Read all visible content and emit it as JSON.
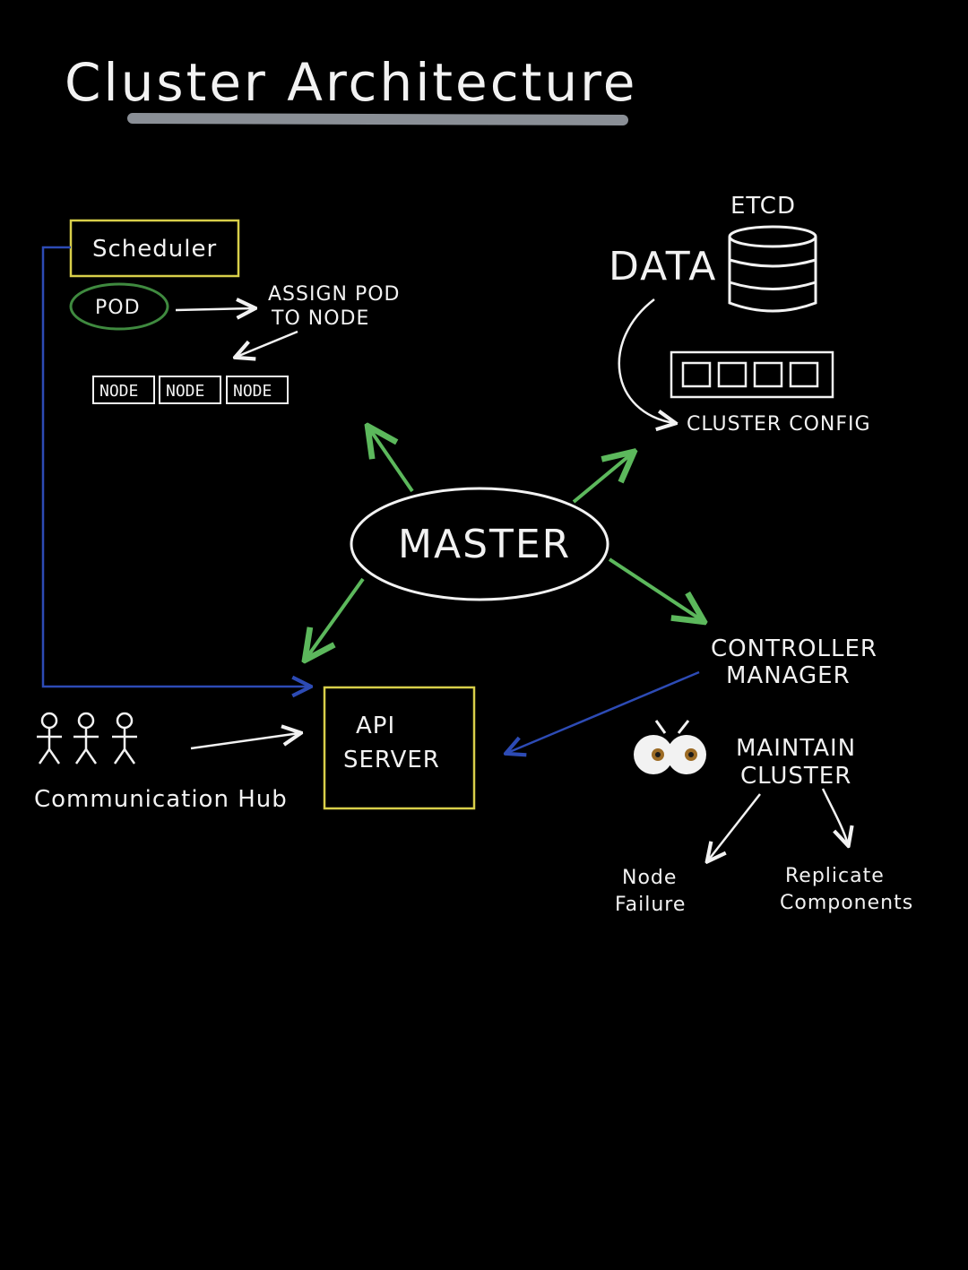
{
  "title": "Cluster Architecture",
  "scheduler": {
    "label": "Scheduler",
    "pod": "POD",
    "assign_line1": "ASSIGN POD",
    "assign_line2": "TO NODE",
    "nodes": [
      "NODE",
      "NODE",
      "NODE"
    ]
  },
  "etcd": {
    "label": "ETCD",
    "data": "DATA",
    "cluster_config": "CLUSTER CONFIG"
  },
  "master": {
    "label": "MASTER"
  },
  "controller": {
    "line1": "CONTROLLER",
    "line2": "MANAGER",
    "maintain_line1": "MAINTAIN",
    "maintain_line2": "CLUSTER",
    "node_failure_line1": "Node",
    "node_failure_line2": "Failure",
    "replicate_line1": "Replicate",
    "replicate_line2": "Components"
  },
  "api": {
    "line1": "API",
    "line2": "SERVER"
  },
  "users": {
    "label": "Communication Hub"
  },
  "colors": {
    "background": "#000000",
    "text": "#f2f2f2",
    "green_arrow": "#5cb85c",
    "blue_line": "#2d4bb5",
    "yellow_box": "#d8cf4a",
    "pod_ring": "#3f8a3f",
    "underline": "#8a8f96"
  }
}
